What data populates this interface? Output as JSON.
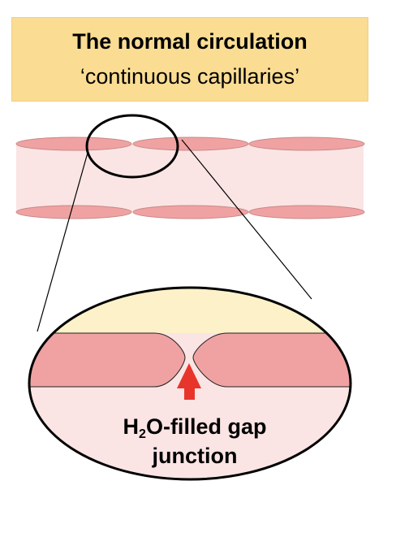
{
  "title": {
    "main": "The normal circulation",
    "subtitle": "‘continuous capillaries’"
  },
  "label": {
    "h_letter": "H",
    "subscript": "2",
    "line1_rest": "O-filled gap",
    "line2": "junction"
  },
  "colors": {
    "title_fill": "#fadc93",
    "cell_pink": "#f0a2a2",
    "lumen_light_pink": "#fbe4e4",
    "lumen_cream": "#fcf1c8",
    "arrow_red": "#e8352b",
    "outline_black": "#000000"
  }
}
